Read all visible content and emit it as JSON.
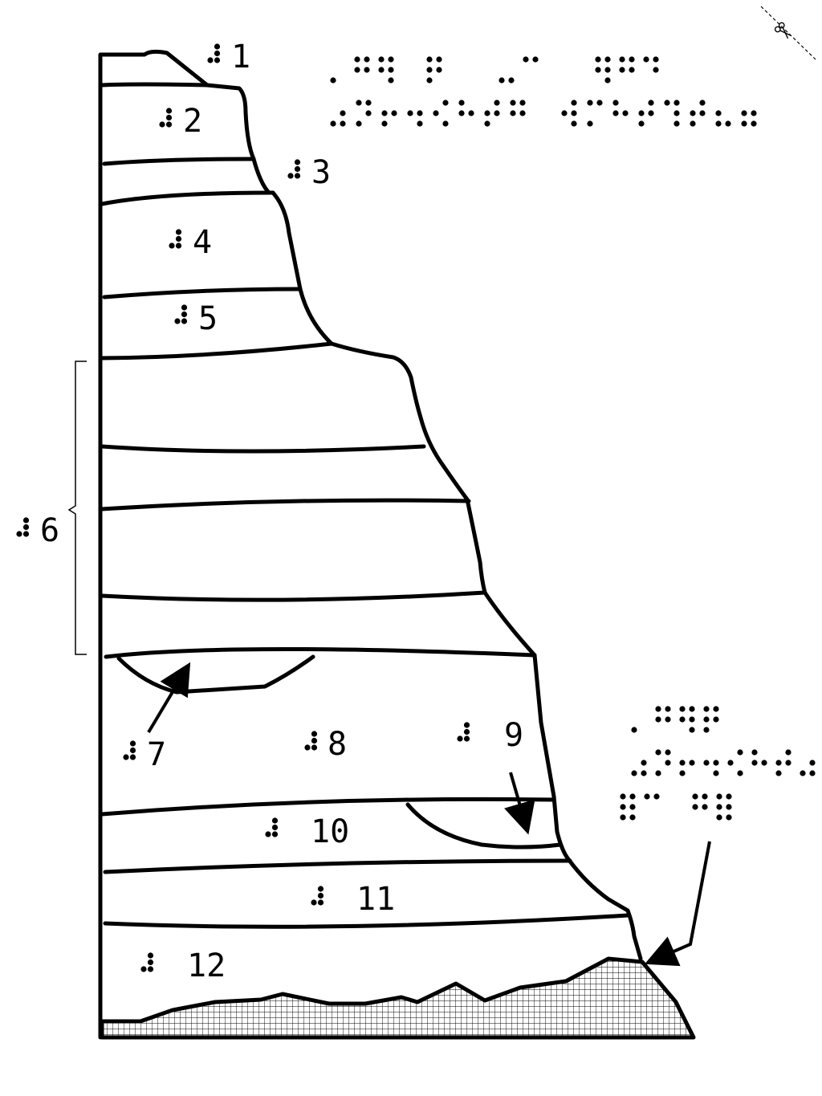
{
  "labels": [
    {
      "id": "1",
      "text": "1"
    },
    {
      "id": "2",
      "text": "2"
    },
    {
      "id": "3",
      "text": "3"
    },
    {
      "id": "4",
      "text": "4"
    },
    {
      "id": "5",
      "text": "5"
    },
    {
      "id": "6",
      "text": "6"
    },
    {
      "id": "7",
      "text": "7"
    },
    {
      "id": "8",
      "text": "8"
    },
    {
      "id": "9",
      "text": "9"
    },
    {
      "id": "10",
      "text": "10"
    },
    {
      "id": "11",
      "text": "11"
    },
    {
      "id": "12",
      "text": "12"
    }
  ],
  "icons": {
    "scissors": "scissors-icon",
    "braille_number_sign": "braille-number-sign-icon"
  }
}
